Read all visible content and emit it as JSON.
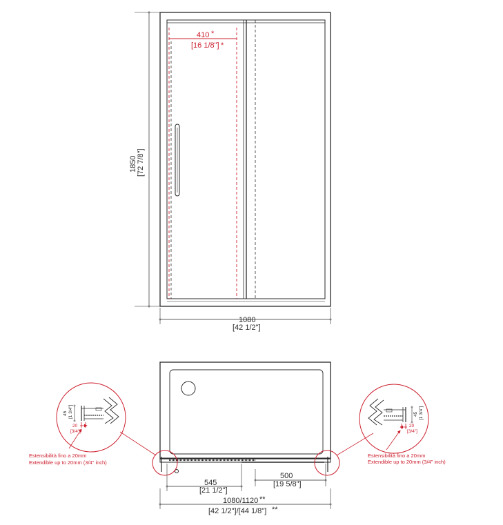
{
  "colors": {
    "line": "#2a2a2a",
    "accent": "#cc1f2e",
    "background": "#ffffff"
  },
  "front_view": {
    "height_mm": "1850",
    "height_in": "[72 7/8\"]",
    "width_mm": "1080",
    "width_in": "[42 1/2\"]",
    "opening_mm": "410",
    "opening_in": "[16 1/8\"]",
    "asterisk": "*"
  },
  "plan_view": {
    "door_mm": "545",
    "door_in": "[21 1/2\"]",
    "fixed_mm": "500",
    "fixed_in": "[19 5/8\"]",
    "overall_mm": "1080/1120",
    "overall_in": "[42 1/2\"]/[44 1/8\"]",
    "double_asterisk": "**"
  },
  "detail_left": {
    "profile_mm": "45",
    "profile_in": "[1 3/4\"]",
    "extension_mm": "20",
    "extension_in": "[3/4\"]",
    "note_it": "Estensibilità fino a 20mm",
    "note_en": "Extendible up to 20mm (3/4\" inch)"
  },
  "detail_right": {
    "profile_mm": "45",
    "profile_in": "[1 3/4\"]",
    "extension_mm": "20",
    "extension_in": "[3/4\"]",
    "note_it": "Estensibilità fino a 20mm",
    "note_en": "Extendible up to 20mm (3/4\" inch)"
  }
}
